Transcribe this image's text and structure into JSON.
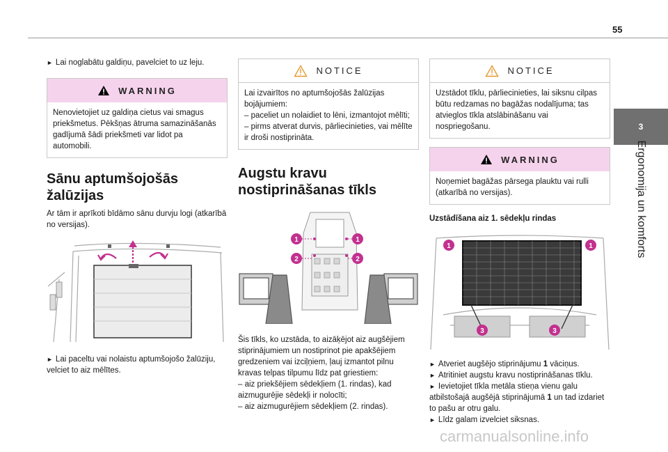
{
  "page": {
    "number": "55",
    "chapter_tab": "3",
    "chapter_title": "Ergonomija un komforts"
  },
  "col1": {
    "intro_bullet": "Lai noglabātu galdiņu, pavelciet to uz leju.",
    "warning": {
      "label": "WARNING",
      "text": "Nenovietojiet uz galdiņa cietus vai smagus priekšmetus. Pēkšņas ātruma samazināšanās gadījumā šādi priekšmeti var lidot pa automobili."
    },
    "section_title_line1": "Sānu aptumšojošās",
    "section_title_line2": "žalūzijas",
    "section_text": "Ar tām ir aprīkoti bīdāmo sānu durvju logi (atkarībā no versijas).",
    "bullet": "Lai paceltu vai nolaistu aptumšojošo žalūziju, velciet to aiz mēlītes."
  },
  "col2": {
    "notice": {
      "label": "NOTICE",
      "intro": "Lai izvairītos no aptumšojošās žalūzijas bojājumiem:",
      "item1": "–  paceliet un nolaidiet to lēni, izmantojot mēlīti;",
      "item2": "–  pirms atverat durvis, pārliecinieties, vai mēlīte ir droši nostiprināta."
    },
    "section_title_line1": "Augstu kravu",
    "section_title_line2": "nostiprināšanas tīkls",
    "callouts": [
      "1",
      "1",
      "2",
      "2"
    ],
    "para": "Šis tīkls, ko uzstāda, to aizāķējot aiz augšējiem stiprinājumiem un nostiprinot pie apakšējiem gredzeniem vai izciļņiem, ļauj izmantot pilnu kravas telpas tilpumu līdz pat griestiem:",
    "item1": "–  aiz priekšējiem sēdekļiem (1. rindas), kad aizmugurējie sēdekļi ir nolocīti;",
    "item2": "–  aiz aizmugurējiem sēdekļiem (2. rindas)."
  },
  "col3": {
    "notice": {
      "label": "NOTICE",
      "text": "Uzstādot tīklu, pārliecinieties, lai siksnu cilpas būtu redzamas no bagāžas nodalījuma; tas atvieglos tīkla atslābināšanu vai nospriegošanu."
    },
    "warning": {
      "label": "WARNING",
      "text": "Noņemiet bagāžas pārsega plauktu vai rulli (atkarībā no versijas)."
    },
    "subtitle": "Uzstādīšana aiz 1. sēdekļu rindas",
    "callouts": [
      "1",
      "1",
      "3",
      "3"
    ],
    "bullet1a": "Atveriet augšējo stiprinājumu ",
    "bullet1b": "1",
    "bullet1c": " vāciņus.",
    "bullet2": "Atritiniet augstu kravu nostiprināšanas tīklu.",
    "bullet3a": "Ievietojiet tīkla metāla stieņa vienu galu atbilstošajā augšējā stiprinājumā ",
    "bullet3b": "1",
    "bullet3c": " un tad izdariet to pašu ar otru galu.",
    "bullet4": "Līdz galam izvelciet siksnas."
  },
  "footer": {
    "watermark": "carmanualsonline.info"
  },
  "colors": {
    "warning_bg": "#f6d3ec",
    "callout": "#c2318f",
    "tab": "#707070"
  }
}
